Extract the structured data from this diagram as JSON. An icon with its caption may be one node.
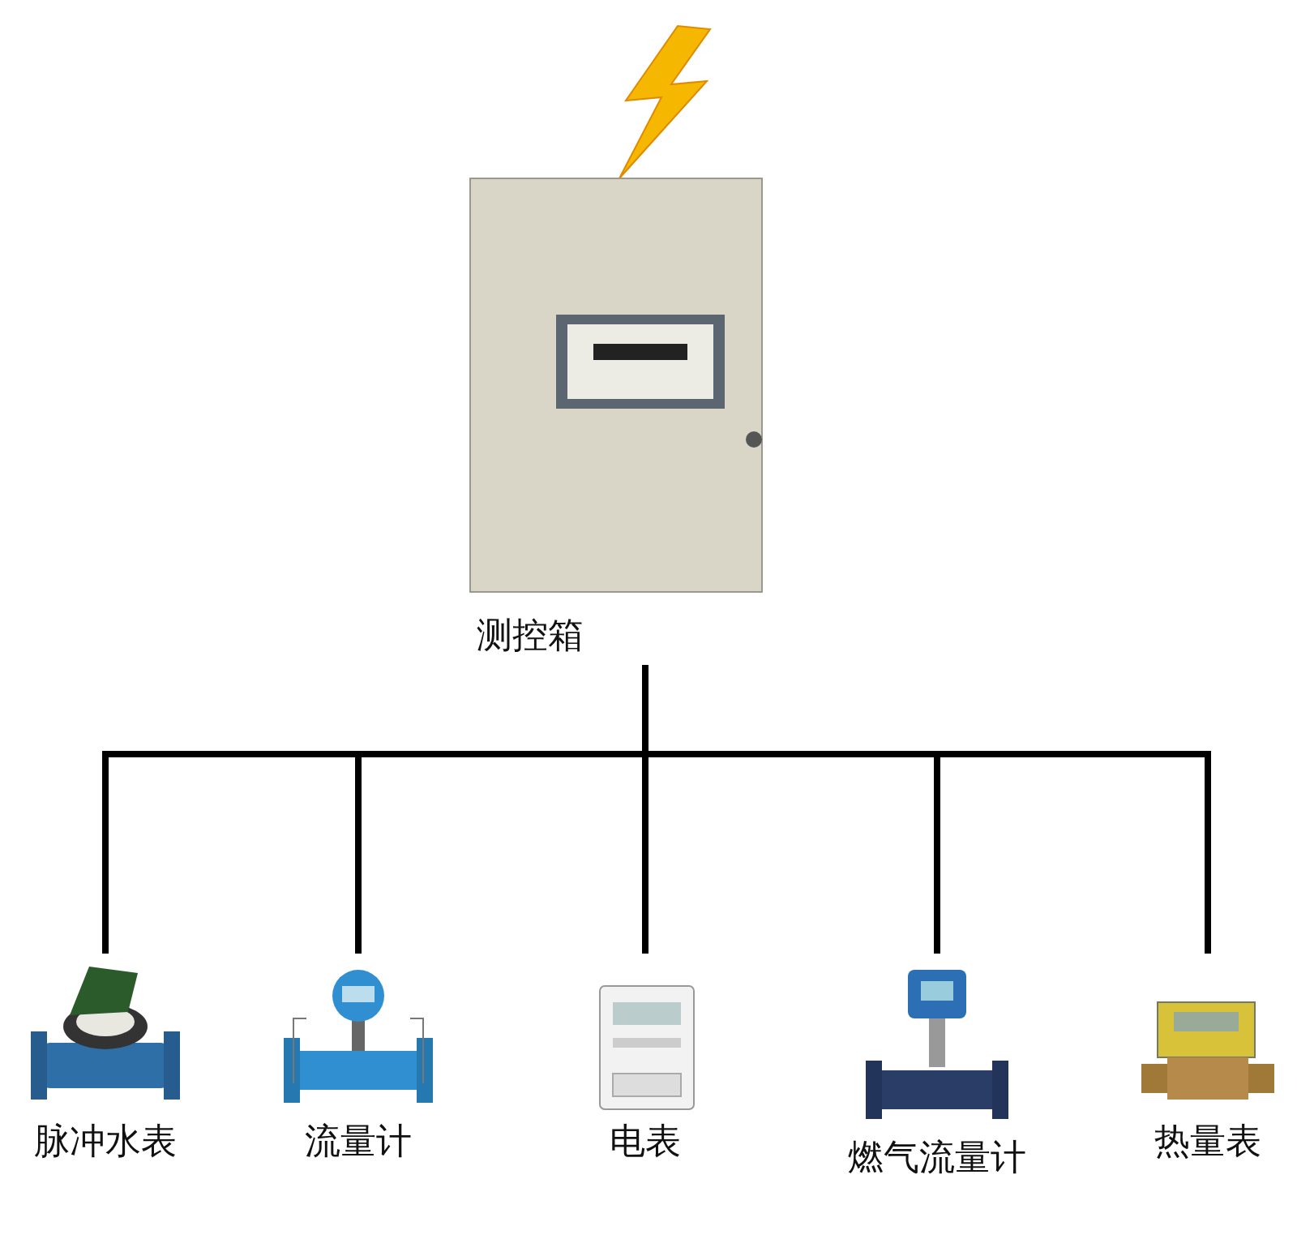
{
  "diagram": {
    "nodes": [
      {
        "text": [
          "测控箱"
        ]
      },
      {
        "text": [
          "脉冲水表"
        ]
      },
      {
        "text": [
          "流量计"
        ]
      },
      {
        "text": [
          "电表"
        ]
      },
      {
        "text": [
          "燃气流量计"
        ]
      },
      {
        "text": [
          "热量表"
        ]
      }
    ],
    "edges": [
      {
        "from": 0,
        "to": 1,
        "arrow": "none"
      },
      {
        "from": 0,
        "to": 2,
        "arrow": "none"
      },
      {
        "from": 0,
        "to": 3,
        "arrow": "none"
      },
      {
        "from": 0,
        "to": 4,
        "arrow": "none"
      },
      {
        "from": 0,
        "to": 5,
        "arrow": "none"
      }
    ]
  }
}
